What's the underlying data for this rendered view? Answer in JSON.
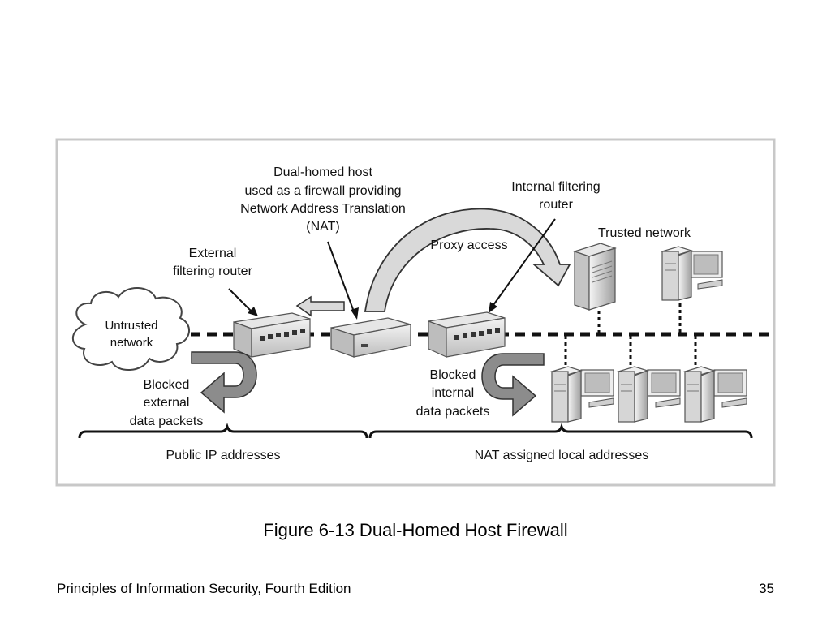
{
  "diagram": {
    "labels": {
      "dual_homed": [
        "Dual-homed host",
        "used as a firewall providing",
        "Network Address Translation",
        "(NAT)"
      ],
      "external_router": [
        "External",
        "filtering router"
      ],
      "internal_router": [
        "Internal filtering",
        "router"
      ],
      "trusted_network": "Trusted network",
      "proxy_access": "Proxy access",
      "untrusted": [
        "Untrusted",
        "network"
      ],
      "blocked_external": [
        "Blocked",
        "external",
        "data packets"
      ],
      "blocked_internal": [
        "Blocked",
        "internal",
        "data packets"
      ],
      "public_ip": "Public IP addresses",
      "nat_local": "NAT assigned local addresses"
    }
  },
  "caption": "Figure 6-13 Dual-Homed Host Firewall",
  "footer": {
    "title": "Principles of Information Security, Fourth Edition",
    "page": "35"
  }
}
